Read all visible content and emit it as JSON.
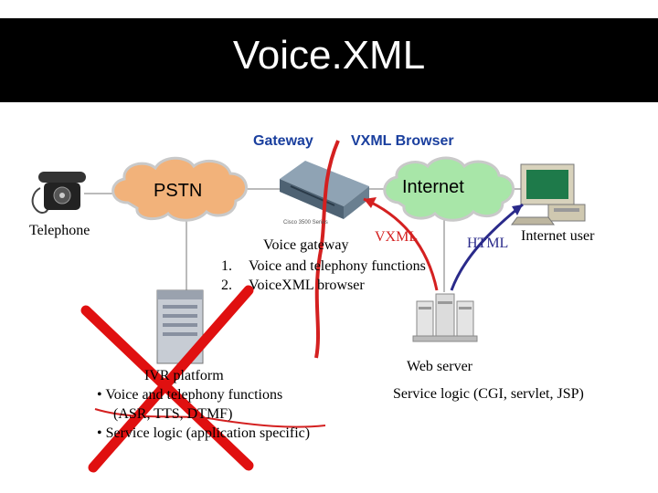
{
  "title": "Voice.XML",
  "colors": {
    "title_bg": "#000000",
    "gateway_label": "#1a3f9e",
    "pstn_cloud": "#f2b27a",
    "internet_cloud": "#a8e6a8",
    "vxml": "#d42020",
    "html": "#2a2a8a",
    "cross": "#e01010"
  },
  "labels": {
    "gateway": "Gateway",
    "vxml_browser": "VXML Browser",
    "pstn": "PSTN",
    "internet": "Internet",
    "telephone": "Telephone",
    "internet_user": "Internet user",
    "vxml": "VXML",
    "html": "HTML",
    "voice_gateway": "Voice gateway",
    "gw_item1_num": "1.",
    "gw_item1": "Voice and telephony functions",
    "gw_item2_num": "2.",
    "gw_item2": "VoiceXML browser",
    "web_server": "Web server",
    "service_logic": "Service logic (CGI, servlet, JSP)",
    "ivr_platform": "IVR platform",
    "ivr_item1": "• Voice and telephony functions",
    "ivr_item1b": "(ASR, TTS, DTMF)",
    "ivr_item2": "• Service logic (application specific)",
    "device_caption": "Cisco 3500 Series"
  },
  "icons": [
    "telephone-icon",
    "gateway-router-icon",
    "computer-icon",
    "ivr-platform-icon",
    "web-server-icon",
    "cross-mark-icon"
  ]
}
